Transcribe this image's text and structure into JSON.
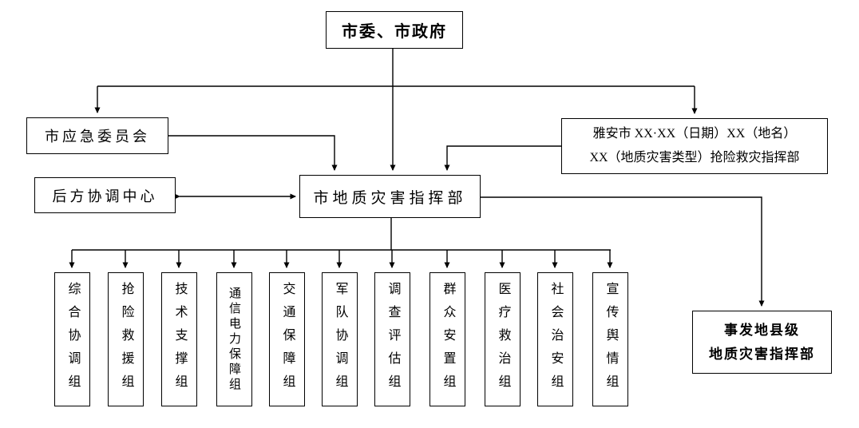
{
  "diagram": {
    "title_node": {
      "label": "市委、市政府"
    },
    "emergency_committee": {
      "label": "市应急委员会"
    },
    "rescue_hq": {
      "line1": "雅安市 XX·XX（日期）XX（地名）",
      "line2": "XX（地质灾害类型）抢险救灾指挥部"
    },
    "rear_center": {
      "label": "后方协调中心"
    },
    "city_hq": {
      "label": "市地质灾害指挥部"
    },
    "county_hq": {
      "line1": "事发地县级",
      "line2": "地质灾害指挥部"
    },
    "groups": [
      {
        "label": "综合协调组"
      },
      {
        "label": "抢险救援组"
      },
      {
        "label": "技术支撑组"
      },
      {
        "label": "通信电力保障组"
      },
      {
        "label": "交通保障组"
      },
      {
        "label": "军队协调组"
      },
      {
        "label": "调查评估组"
      },
      {
        "label": "群众安置组"
      },
      {
        "label": "医疗救治组"
      },
      {
        "label": "社会治安组"
      },
      {
        "label": "宣传舆情组"
      }
    ],
    "colors": {
      "line": "#000000",
      "text": "#000000",
      "background": "#ffffff"
    }
  }
}
